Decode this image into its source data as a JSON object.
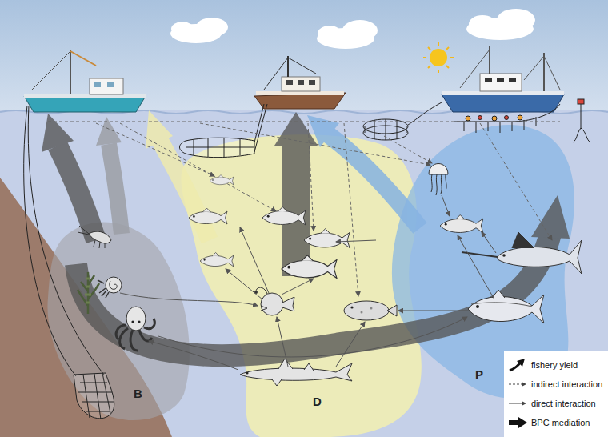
{
  "diagram": {
    "nodes": [
      {
        "text": [
          "B"
        ]
      },
      {
        "text": [
          "D"
        ]
      },
      {
        "text": [
          "P"
        ]
      }
    ],
    "legend": [
      {
        "text": "fishery yield"
      },
      {
        "text": "indirect interaction"
      },
      {
        "text": "direct interaction"
      },
      {
        "text": "BPC mediation"
      }
    ]
  }
}
